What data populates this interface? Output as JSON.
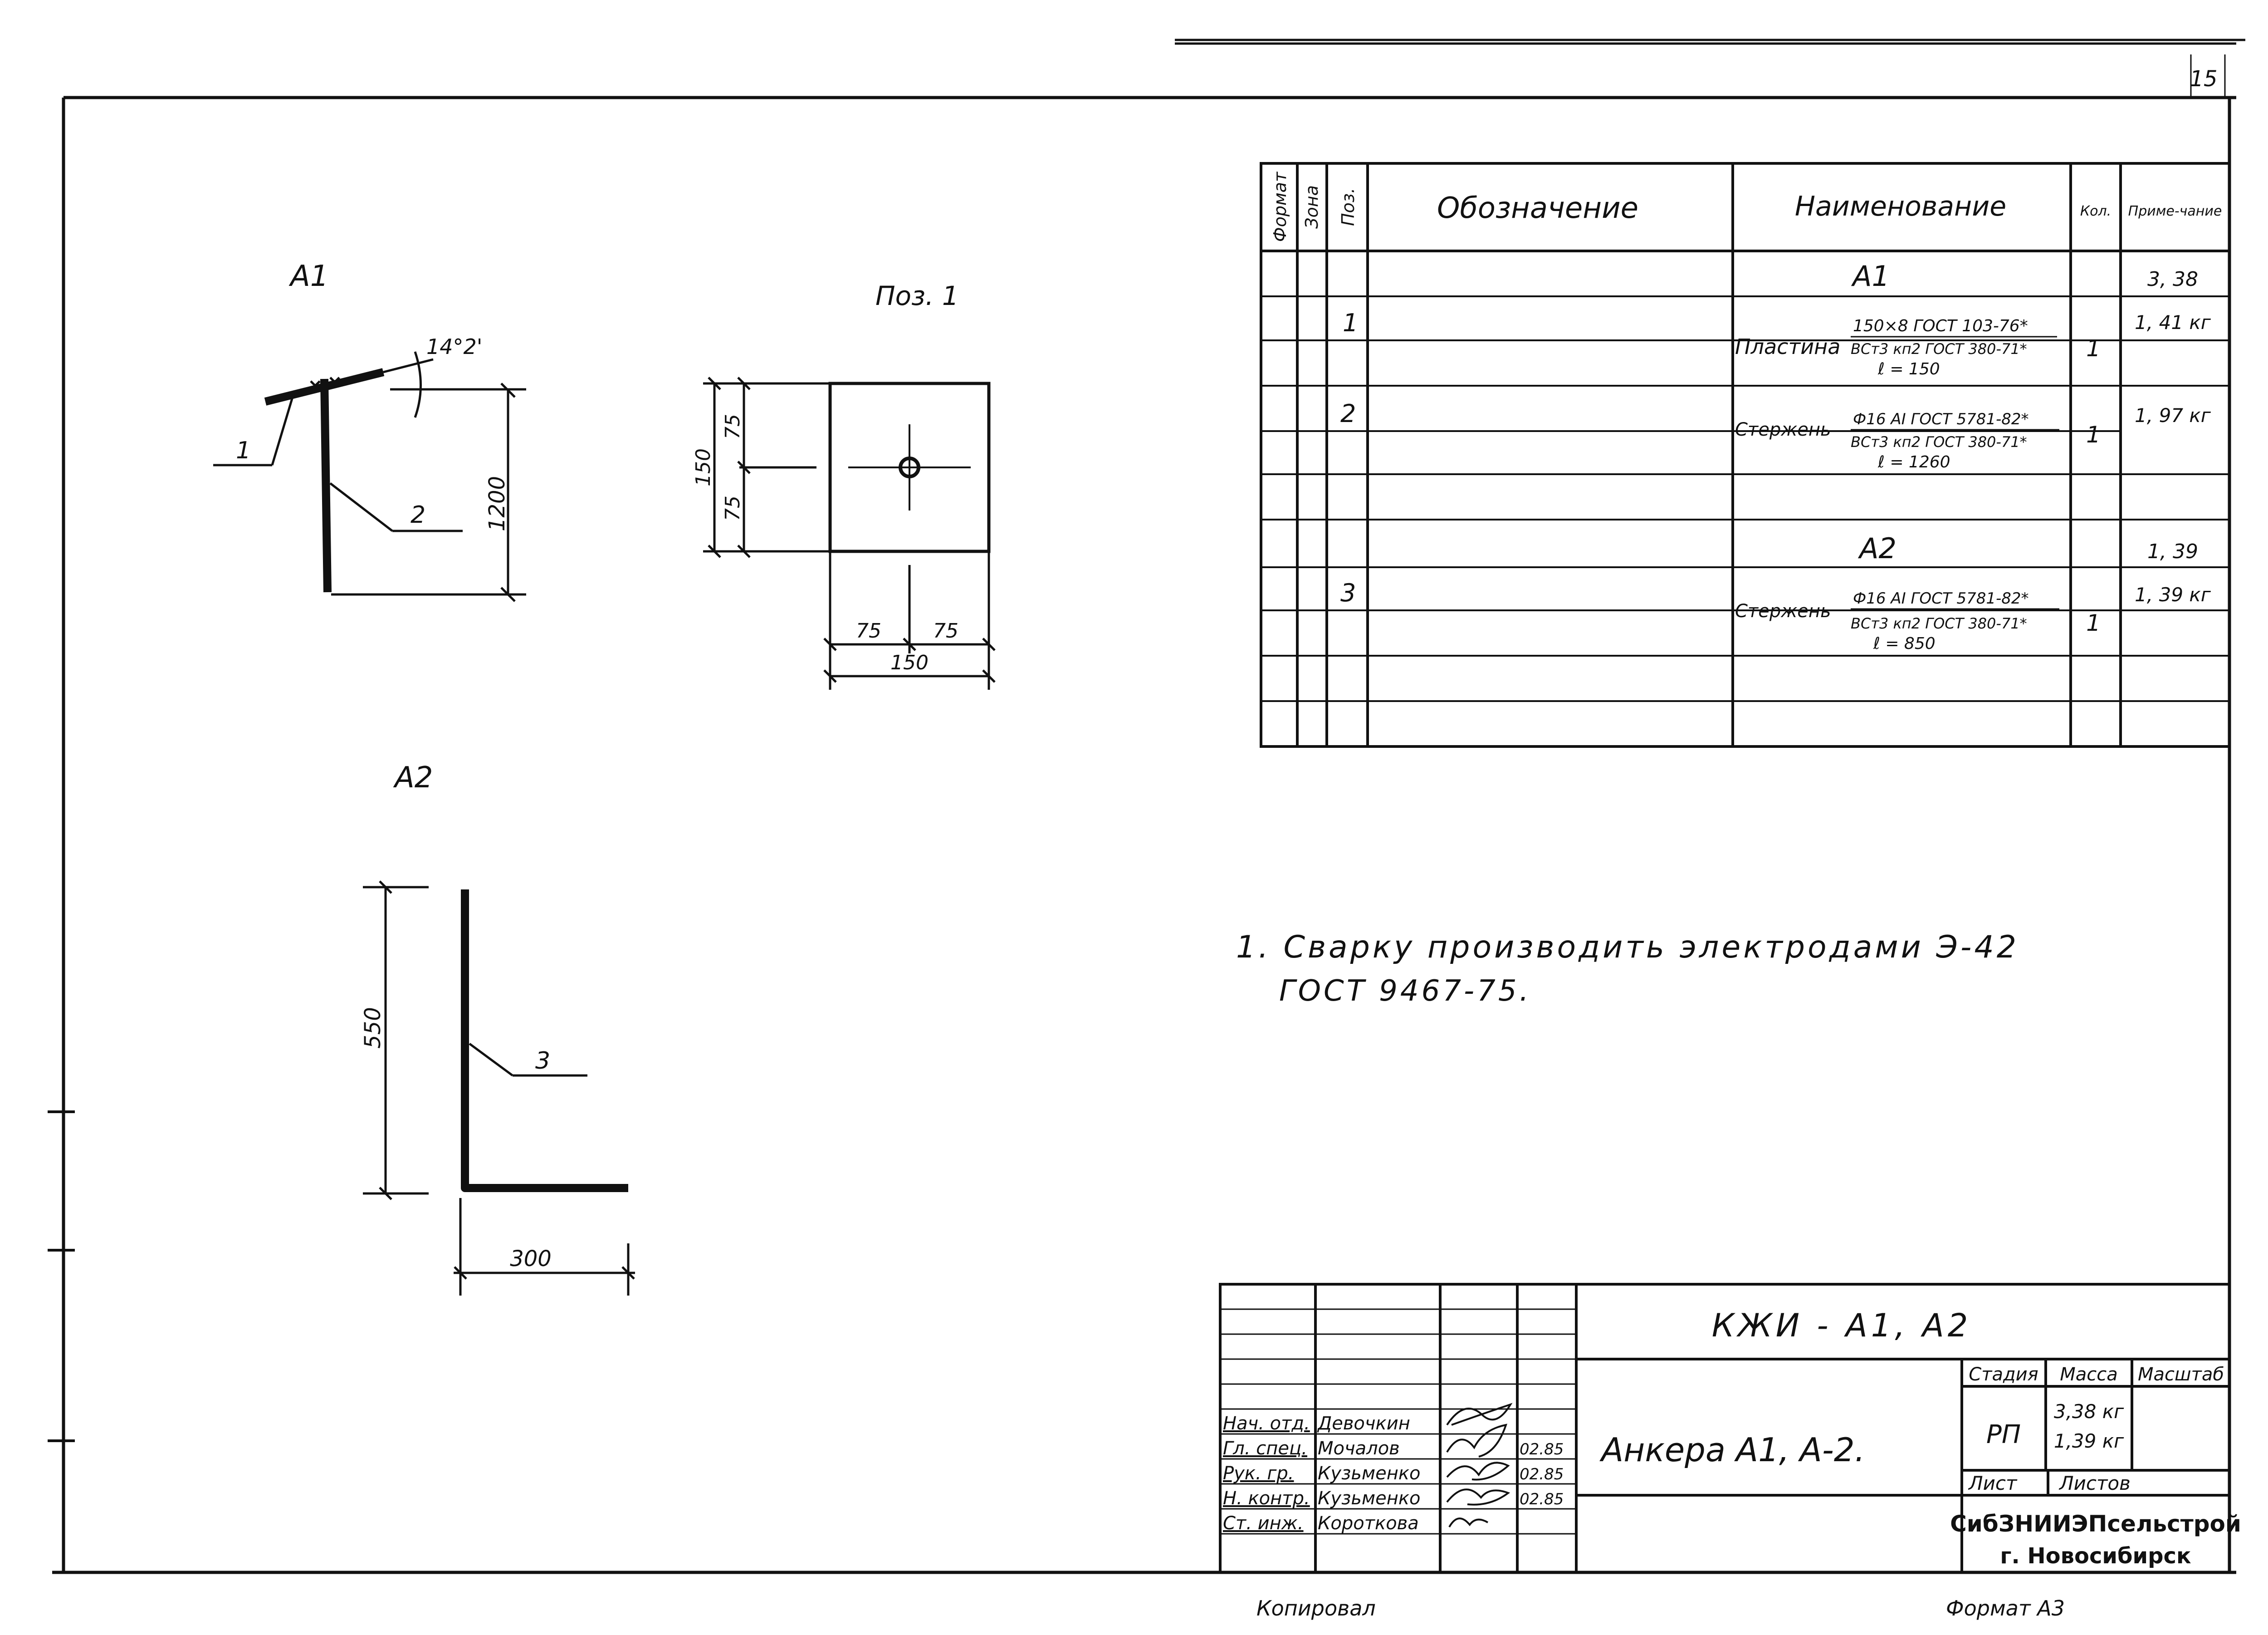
{
  "sheet_number": "15",
  "drawings": {
    "a1": {
      "title": "А1",
      "angle_label": "14°2'",
      "callout_1": "1",
      "callout_2": "2",
      "height_label": "1200"
    },
    "pos1": {
      "title": "Поз. 1",
      "dim_height": "150",
      "dim_upper": "75",
      "dim_lower": "75",
      "dim_left": "75",
      "dim_right": "75",
      "dim_width": "150"
    },
    "a2": {
      "title": "А2",
      "callout_3": "3",
      "height_label": "550",
      "width_label": "300"
    }
  },
  "spec_table": {
    "headers": {
      "format": "Формат",
      "zone": "Зона",
      "pos": "Поз.",
      "designation": "Обозначение",
      "name": "Наименование",
      "qty": "Кол.",
      "note": "Приме-чание"
    },
    "rows": {
      "group_a1": {
        "name": "А1",
        "note": "3, 38"
      },
      "row1": {
        "pos": "1",
        "name_main": "Пластина",
        "spec_line1": "150×8 ГОСТ 103-76*",
        "spec_line2": "ВСт3 кп2 ГОСТ 380-71*",
        "spec_line3": "ℓ = 150",
        "qty": "1",
        "note": "1, 41 кг"
      },
      "row2": {
        "pos": "2",
        "name_main": "Стержень",
        "spec_line1": "Ф16 АI ГОСТ 5781-82*",
        "spec_line2": "ВСт3 кп2 ГОСТ 380-71*",
        "spec_line3": "ℓ = 1260",
        "qty": "1",
        "note": "1, 97 кг"
      },
      "group_a2": {
        "name": "А2",
        "note": "1, 39"
      },
      "row3": {
        "pos": "3",
        "name_main": "Стержень",
        "spec_line1": "Ф16 АI ГОСТ 5781-82*",
        "spec_line2": "ВСт3 кп2 ГОСТ 380-71*",
        "spec_line3": "ℓ = 850",
        "qty": "1",
        "note": "1, 39 кг"
      }
    }
  },
  "note_text": {
    "line1": "1. Сварку производить электродами Э-42",
    "line2": "ГОСТ 9467-75."
  },
  "title_block": {
    "designation": "КЖИ - А1, А2",
    "product_name": "Анкера А1, А-2.",
    "stage_header": "Стадия",
    "mass_header": "Масса",
    "scale_header": "Масштаб",
    "stage_value": "РП",
    "mass_value_1": "3,38 кг",
    "mass_value_2": "1,39 кг",
    "sheet_header": "Лист",
    "sheets_header": "Листов",
    "organization": "СибЗНИИЭПсельстрой",
    "city": "г. Новосибирск",
    "staff": [
      {
        "role": "Нач. отд.",
        "name": "Девочкин",
        "date": ""
      },
      {
        "role": "Гл. спец.",
        "name": "Мочалов",
        "date": "02.85"
      },
      {
        "role": "Рук. гр.",
        "name": "Кузьменко",
        "date": "02.85"
      },
      {
        "role": "Н. контр.",
        "name": "Кузьменко",
        "date": "02.85"
      },
      {
        "role": "Ст. инж.",
        "name": "Короткова",
        "date": ""
      }
    ]
  },
  "footer": {
    "copied": "Копировал",
    "format": "Формат А3"
  }
}
